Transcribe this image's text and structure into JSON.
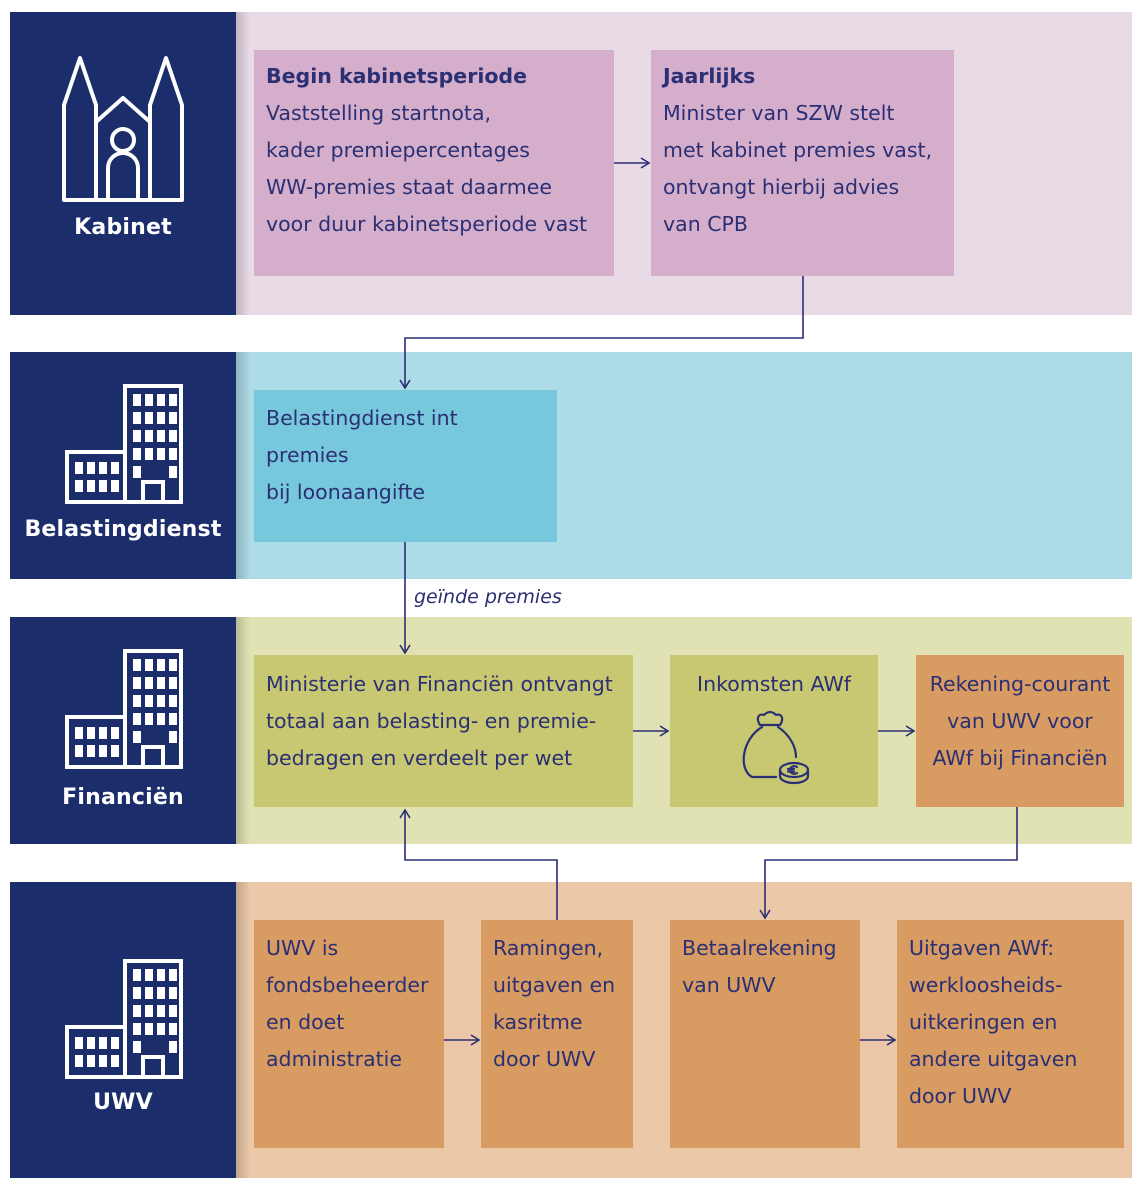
{
  "colors": {
    "navy": "#1b2d6b",
    "lane_kabinet": "#e9dbe6",
    "box_kabinet": "#d4aecb",
    "lane_belasting": "#addbe6",
    "box_belasting": "#78c8dd",
    "lane_financien": "#e0e2b4",
    "box_financien": "#c8c872",
    "box_orange": "#d89b62",
    "lane_uwv": "#ebc8a8",
    "text": "#2b2f73"
  },
  "actors": {
    "kabinet": {
      "label": "Kabinet",
      "icon": "church-icon"
    },
    "belasting": {
      "label": "Belastingdienst",
      "icon": "buildings-icon"
    },
    "financien": {
      "label": "Financiën",
      "icon": "buildings-icon"
    },
    "uwv": {
      "label": "UWV",
      "icon": "buildings-icon"
    }
  },
  "boxes": {
    "begin": {
      "title": "Begin kabinetsperiode",
      "lines": [
        "Vaststelling startnota,",
        "kader premiepercentages",
        "WW-premies  staat daarmee",
        "voor duur kabinetsperiode vast"
      ]
    },
    "jaarlijks": {
      "title": "Jaarlijks",
      "lines": [
        "Minister van SZW stelt",
        "met kabinet premies vast,",
        "ontvangt hierbij advies",
        "van CPB"
      ]
    },
    "belasting": {
      "lines": [
        "Belastingdienst int premies",
        "bij loonaangifte"
      ]
    },
    "ministerie": {
      "lines": [
        "Ministerie van Financiën ontvangt",
        "totaal aan belasting- en premie-",
        "bedragen en verdeelt per wet"
      ]
    },
    "inkomsten": {
      "lines": [
        "Inkomsten AWf"
      ],
      "icon": "money-bag-euro-icon"
    },
    "rekening": {
      "lines": [
        "Rekening-courant",
        "van UWV voor",
        "AWf bij Financiën"
      ]
    },
    "uwv_fonds": {
      "lines": [
        "UWV is",
        "fondsbeheerder",
        "en doet",
        "administratie"
      ]
    },
    "ramingen": {
      "lines": [
        "Ramingen,",
        "uitgaven en",
        "kasritme",
        "door UWV"
      ]
    },
    "betaal": {
      "lines": [
        "Betaalrekening",
        "van UWV"
      ]
    },
    "uitgaven": {
      "lines": [
        "Uitgaven AWf:",
        "werkloosheids-",
        "uitkeringen en",
        "andere uitgaven",
        "door UWV"
      ]
    }
  },
  "annotations": {
    "geinde": "geïnde premies"
  }
}
